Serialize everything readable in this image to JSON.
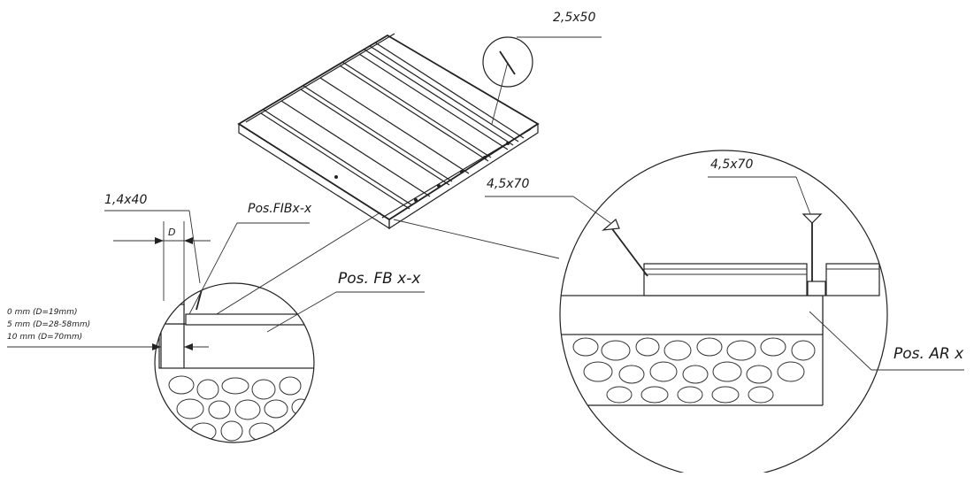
{
  "labels": {
    "panel_nail": "2,5x50",
    "left_nail": "1,4x40",
    "left_pos_top": "Pos.FIBx-x",
    "left_pos_bottom": "Pos. FB x-x",
    "dim_d": "D",
    "gap_0": "0 mm (D=19mm)",
    "gap_5": "5 mm (D=28-58mm)",
    "gap_10": "10 mm (D=70mm)",
    "right_nail_1": "4,5x70",
    "right_nail_2": "4,5x70",
    "right_pos": "Pos. AR x"
  }
}
